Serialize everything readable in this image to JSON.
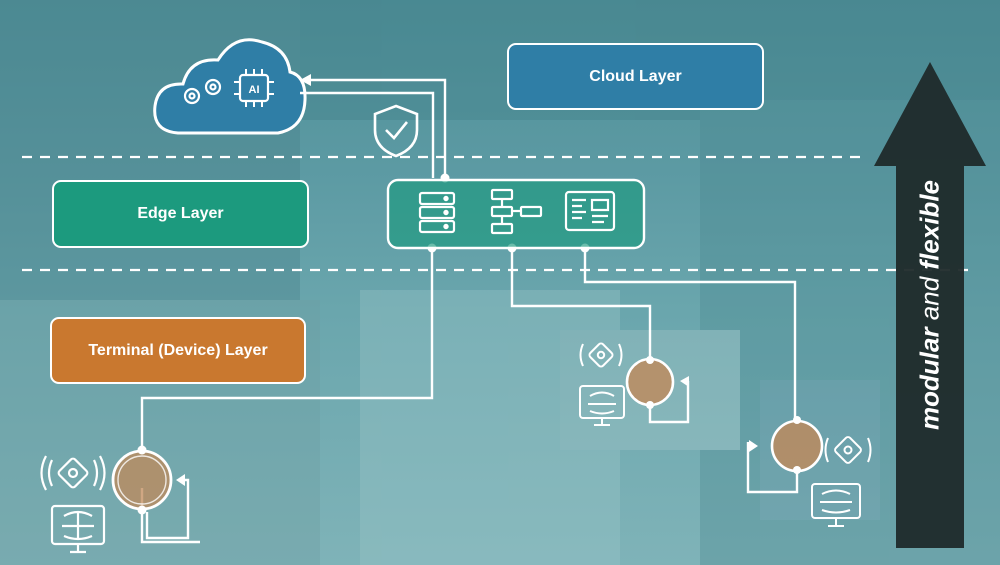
{
  "layers": {
    "cloud": "Cloud Layer",
    "edge": "Edge Layer",
    "terminal": "Terminal (Device) Layer"
  },
  "cloud_chip_text": "AI",
  "slogan": {
    "part1": "modular",
    "part2": " and ",
    "part3": "flexible"
  },
  "colors": {
    "cloud": "#2f7ea6",
    "edge": "#1c9a7e",
    "terminal": "#c9782f",
    "arrow": "#1f2a2a",
    "device": "#c08a5a",
    "line": "#ffffff"
  },
  "icons": [
    "cloud-icon",
    "gear-icon",
    "ai-chip-icon",
    "shield-check-icon",
    "server-icon",
    "flowchart-icon",
    "dashboard-icon",
    "sensor-icon",
    "monitor-brain-icon",
    "device-node-icon",
    "feedback-arrow-icon"
  ]
}
